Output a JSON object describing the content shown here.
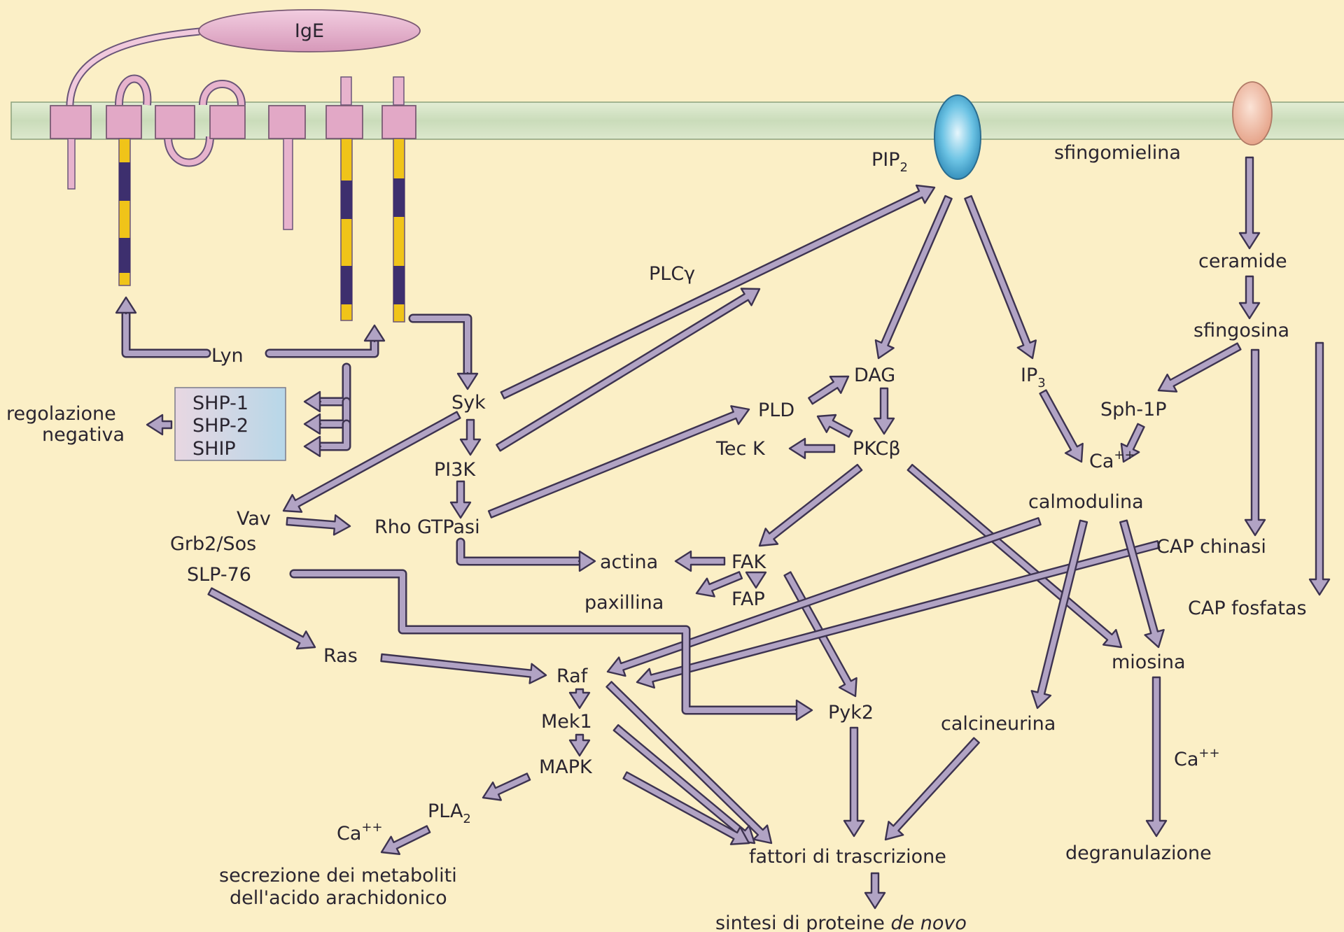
{
  "diagram": {
    "ige": "IgE",
    "pip2": "PIP",
    "pip2_sub": "2",
    "sfingomielina": "sfingomielina",
    "ceramide": "ceramide",
    "sfingosina": "sfingosina",
    "sph1p": "Sph-1P",
    "cap_chinasi": "CAP chinasi",
    "cap_fosfatas": "CAP fosfatas",
    "plcg": "PLCγ",
    "lyn": "Lyn",
    "shp1": "SHP-1",
    "shp2": "SHP-2",
    "ship": "SHIP",
    "regolazione_1": "regolazione",
    "regolazione_2": "negativa",
    "syk": "Syk",
    "pi3k": "PI3K",
    "vav": "Vav",
    "grb2sos": "Grb2/Sos",
    "slp76": "SLP-76",
    "rho": "Rho GTPasi",
    "dag": "DAG",
    "ip3": "IP",
    "ip3_sub": "3",
    "pld": "PLD",
    "teck": "Tec K",
    "pkcb": "PKCβ",
    "ca_calm_1": "Ca",
    "ca_calm_sup": "++",
    "ca_calm_2": "calmodulina",
    "fak": "FAK",
    "actina": "actina",
    "paxillina": "paxillina",
    "fap": "FAP",
    "ras": "Ras",
    "raf": "Raf",
    "mek1": "Mek1",
    "mapk": "MAPK",
    "pla2": "PLA",
    "pla2_sub": "2",
    "ca_pla": "Ca",
    "ca_pla_sup": "++",
    "secrezione_1": "secrezione dei metaboliti",
    "secrezione_2": "dell'acido arachidonico",
    "pyk2": "Pyk2",
    "calcineurina": "calcineurina",
    "miosina": "miosina",
    "ca_mio": "Ca",
    "ca_mio_sup": "++",
    "fattori": "fattori di trascrizione",
    "degranulazione": "degranulazione",
    "sintesi": "sintesi di proteine ",
    "sintesi_italic": "de novo"
  },
  "colors": {
    "background": "#fbefc6",
    "membrane": "#d2e2c3",
    "receptor": "#e2a8c6",
    "arrow_fill": "#b1a3c4",
    "arrow_stroke": "#3d3350",
    "pip2": "#5bb8dc",
    "ige": "#e2a8c6",
    "phosphatase_box": "#c6d7e6",
    "itam_yellow": "#f0c419",
    "itam_purple": "#3d2f6e"
  }
}
